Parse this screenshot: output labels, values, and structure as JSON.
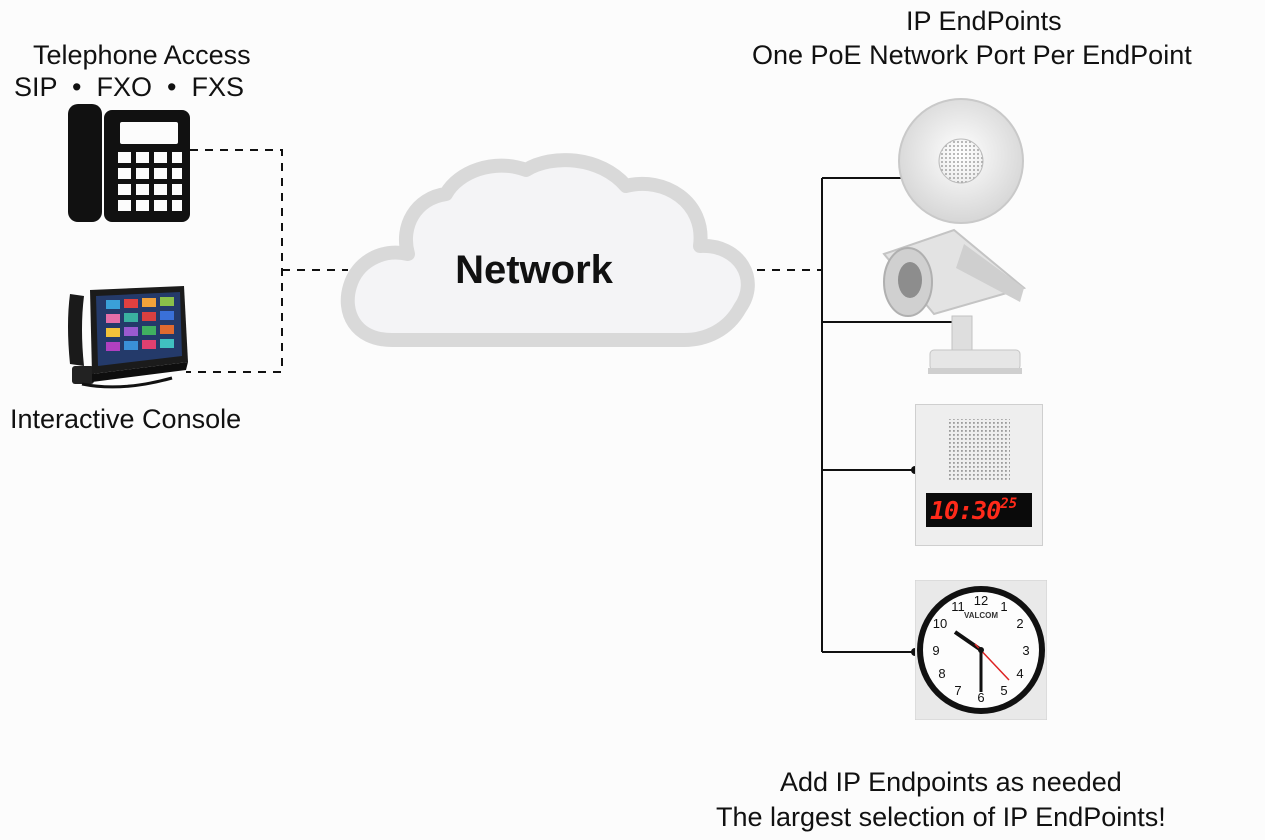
{
  "left": {
    "telephone_title": "Telephone Access",
    "telephone_protocols": "SIP  •  FXO  •  FXS",
    "console_label": "Interactive Console"
  },
  "center": {
    "network_label": "Network"
  },
  "right": {
    "endpoints_title": "IP EndPoints",
    "endpoints_subtitle": "One PoE Network Port Per EndPoint",
    "clock_display": {
      "main": "10:30",
      "seconds": "25"
    },
    "wall_clock": {
      "brand": "VALCOM",
      "numerals": [
        "12",
        "1",
        "2",
        "3",
        "4",
        "5",
        "6",
        "7",
        "8",
        "9",
        "10",
        "11"
      ]
    }
  },
  "footer": {
    "line1": "Add IP Endpoints as needed",
    "line2": "The largest selection of IP EndPoints!"
  },
  "colors": {
    "background": "#fcfcfc",
    "cloud_fill": "#f4f4f6",
    "cloud_stroke": "#d8d8d8",
    "led_red": "#ff2a1a"
  }
}
